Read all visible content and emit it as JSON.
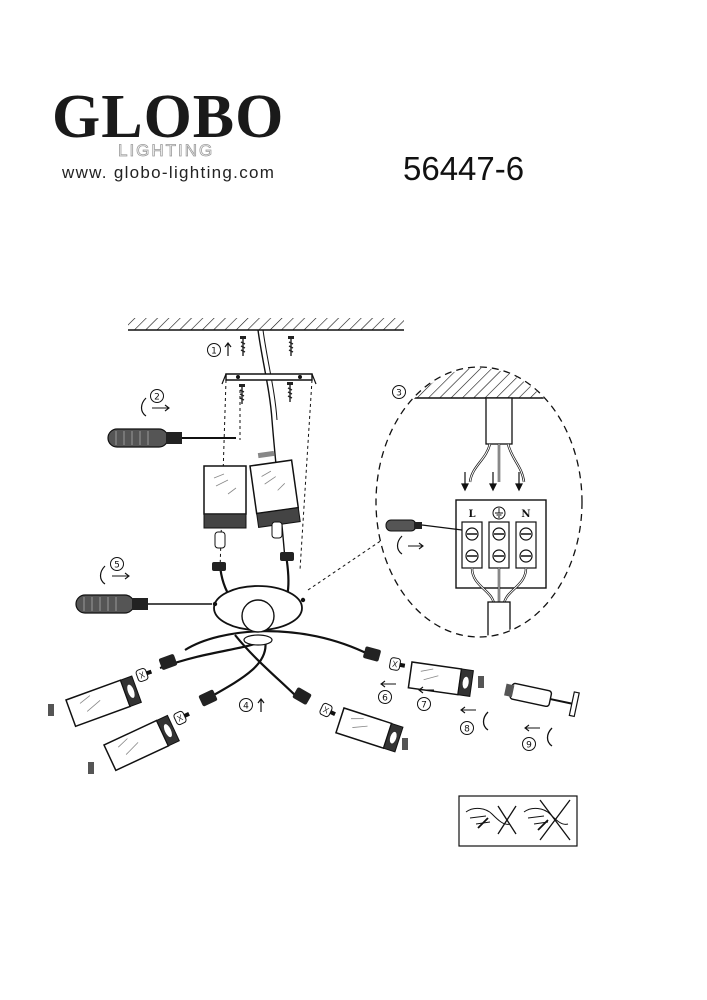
{
  "header": {
    "brand": "GLOBO",
    "brand_sub": "LIGHTING",
    "website": "www. globo-lighting.com",
    "model_number": "56447-6"
  },
  "steps": [
    "1",
    "2",
    "3",
    "4",
    "5",
    "6",
    "7",
    "8",
    "9"
  ],
  "terminal_labels": {
    "live": "L",
    "neutral": "N"
  },
  "icons": {
    "screw": "screw-icon",
    "screwdriver": "screwdriver-icon",
    "rotate": "rotate-arrow-icon",
    "ground": "ground-symbol-icon",
    "bulb": "halogen-bulb-icon",
    "glass_shade": "glass-shade-icon",
    "warning": "no-bare-hand-bulb-icon"
  }
}
